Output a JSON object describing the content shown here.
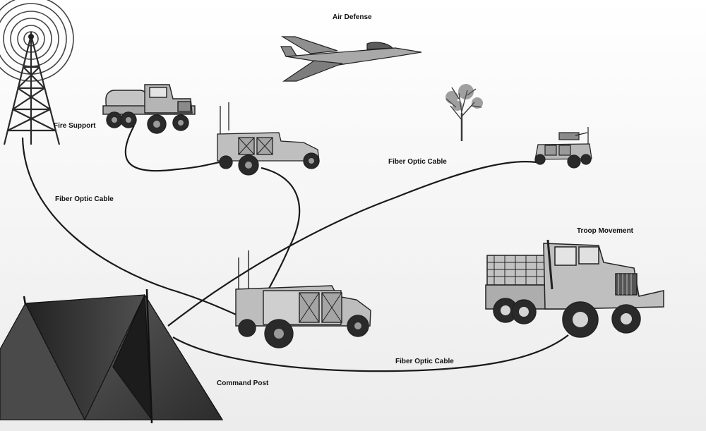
{
  "labels": {
    "air_defense": "Air Defense",
    "fire_support": "Fire Support",
    "fiber_left": "Fiber Optic Cable",
    "fiber_top": "Fiber Optic Cable",
    "fiber_bottom": "Fiber Optic Cable",
    "troop_movement": "Troop Movement",
    "command_post": "Command Post"
  },
  "colors": {
    "cable": "#1a1a1a",
    "vehicle_body": "#bdbdbd",
    "tent": "#3d3d3d"
  }
}
